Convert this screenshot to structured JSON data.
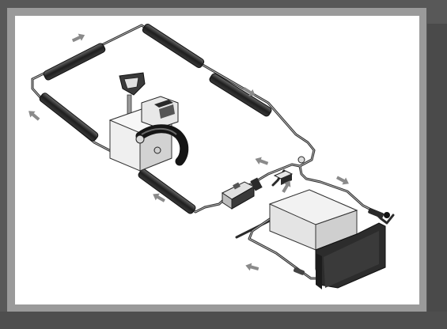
{
  "figure": {
    "kind": "isometric line drawing",
    "colors": {
      "frame_dark": "#585858",
      "frame_light": "#9a9a9a",
      "panel_bg": "#ffffff",
      "pipe": "#2a2a2a",
      "component_dark": "#2c2c2c",
      "component_light": "#e6e6e6",
      "arrow": "#8a8a8a"
    },
    "components": [
      {
        "name": "tube-segment",
        "count": 6
      },
      {
        "name": "pump-unit",
        "count": 1
      },
      {
        "name": "inline-filter",
        "count": 1
      },
      {
        "name": "reservoir-tank",
        "count": 1
      },
      {
        "name": "flow-arrow",
        "count": 8
      }
    ]
  }
}
